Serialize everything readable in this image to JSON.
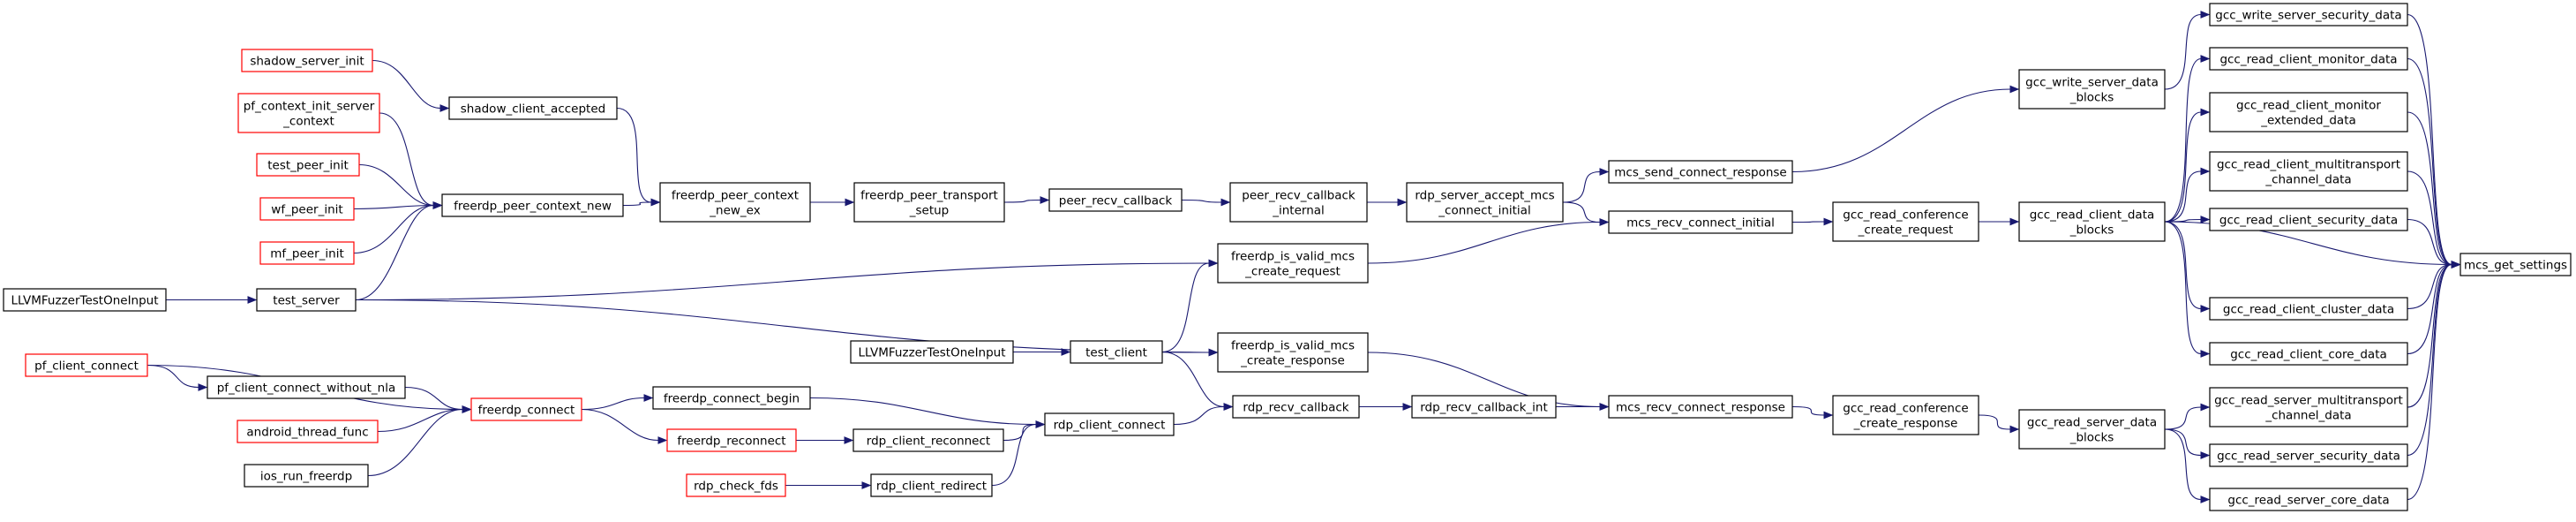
{
  "graph": {
    "title": "",
    "colors": {
      "edge": "#191970",
      "node_border": "#000000",
      "truncated_node_border": "#ff0000",
      "focus_node_fill": "#bfbfbf"
    },
    "nodes": [
      {
        "id": "mcs_get_settings",
        "lines": [
          "mcs_get_settings"
        ],
        "border": "black",
        "focus": true
      },
      {
        "id": "gcc_write_server_security_data",
        "lines": [
          "gcc_write_server_security_data"
        ],
        "border": "black"
      },
      {
        "id": "gcc_read_client_monitor_data",
        "lines": [
          "gcc_read_client_monitor_data"
        ],
        "border": "black"
      },
      {
        "id": "gcc_read_client_monitor_extended_data",
        "lines": [
          "gcc_read_client_monitor",
          "_extended_data"
        ],
        "border": "black"
      },
      {
        "id": "gcc_read_client_multitransport_channel_data",
        "lines": [
          "gcc_read_client_multitransport",
          "_channel_data"
        ],
        "border": "black"
      },
      {
        "id": "gcc_read_client_security_data",
        "lines": [
          "gcc_read_client_security_data"
        ],
        "border": "black"
      },
      {
        "id": "gcc_read_client_cluster_data",
        "lines": [
          "gcc_read_client_cluster_data"
        ],
        "border": "black"
      },
      {
        "id": "gcc_read_client_core_data",
        "lines": [
          "gcc_read_client_core_data"
        ],
        "border": "black"
      },
      {
        "id": "gcc_read_server_multitransport_channel_data",
        "lines": [
          "gcc_read_server_multitransport",
          "_channel_data"
        ],
        "border": "black"
      },
      {
        "id": "gcc_read_server_security_data",
        "lines": [
          "gcc_read_server_security_data"
        ],
        "border": "black"
      },
      {
        "id": "gcc_read_server_core_data",
        "lines": [
          "gcc_read_server_core_data"
        ],
        "border": "black"
      },
      {
        "id": "gcc_write_server_data_blocks",
        "lines": [
          "gcc_write_server_data",
          "_blocks"
        ],
        "border": "black"
      },
      {
        "id": "gcc_read_client_data_blocks",
        "lines": [
          "gcc_read_client_data",
          "_blocks"
        ],
        "border": "black"
      },
      {
        "id": "gcc_read_server_data_blocks",
        "lines": [
          "gcc_read_server_data",
          "_blocks"
        ],
        "border": "black"
      },
      {
        "id": "mcs_send_connect_response",
        "lines": [
          "mcs_send_connect_response"
        ],
        "border": "black"
      },
      {
        "id": "gcc_read_conference_create_request",
        "lines": [
          "gcc_read_conference",
          "_create_request"
        ],
        "border": "black"
      },
      {
        "id": "gcc_read_conference_create_response",
        "lines": [
          "gcc_read_conference",
          "_create_response"
        ],
        "border": "black"
      },
      {
        "id": "mcs_recv_connect_initial",
        "lines": [
          "mcs_recv_connect_initial"
        ],
        "border": "black"
      },
      {
        "id": "mcs_recv_connect_response",
        "lines": [
          "mcs_recv_connect_response"
        ],
        "border": "black"
      },
      {
        "id": "rdp_server_accept_mcs_connect_initial",
        "lines": [
          "rdp_server_accept_mcs",
          "_connect_initial"
        ],
        "border": "black"
      },
      {
        "id": "rdp_recv_callback_int",
        "lines": [
          "rdp_recv_callback_int"
        ],
        "border": "black"
      },
      {
        "id": "peer_recv_callback_internal",
        "lines": [
          "peer_recv_callback",
          "_internal"
        ],
        "border": "black"
      },
      {
        "id": "freerdp_is_valid_mcs_create_request",
        "lines": [
          "freerdp_is_valid_mcs",
          "_create_request"
        ],
        "border": "black"
      },
      {
        "id": "freerdp_is_valid_mcs_create_response",
        "lines": [
          "freerdp_is_valid_mcs",
          "_create_response"
        ],
        "border": "black"
      },
      {
        "id": "rdp_recv_callback",
        "lines": [
          "rdp_recv_callback"
        ],
        "border": "black"
      },
      {
        "id": "peer_recv_callback",
        "lines": [
          "peer_recv_callback"
        ],
        "border": "black"
      },
      {
        "id": "test_client",
        "lines": [
          "test_client"
        ],
        "border": "black"
      },
      {
        "id": "rdp_client_connect",
        "lines": [
          "rdp_client_connect"
        ],
        "border": "black"
      },
      {
        "id": "freerdp_peer_transport_setup",
        "lines": [
          "freerdp_peer_transport",
          "_setup"
        ],
        "border": "black"
      },
      {
        "id": "rdp_client_reconnect",
        "lines": [
          "rdp_client_reconnect"
        ],
        "border": "black"
      },
      {
        "id": "rdp_client_redirect",
        "lines": [
          "rdp_client_redirect"
        ],
        "border": "black"
      },
      {
        "id": "LLVMFuzzerTestOneInput_2",
        "lines": [
          "LLVMFuzzerTestOneInput"
        ],
        "border": "black"
      },
      {
        "id": "freerdp_peer_context_new_ex",
        "lines": [
          "freerdp_peer_context",
          "_new_ex"
        ],
        "border": "black"
      },
      {
        "id": "freerdp_connect_begin",
        "lines": [
          "freerdp_connect_begin"
        ],
        "border": "black"
      },
      {
        "id": "freerdp_reconnect",
        "lines": [
          "freerdp_reconnect"
        ],
        "border": "red"
      },
      {
        "id": "rdp_check_fds",
        "lines": [
          "rdp_check_fds"
        ],
        "border": "red"
      },
      {
        "id": "shadow_client_accepted",
        "lines": [
          "shadow_client_accepted"
        ],
        "border": "black"
      },
      {
        "id": "freerdp_peer_context_new",
        "lines": [
          "freerdp_peer_context_new"
        ],
        "border": "black"
      },
      {
        "id": "freerdp_connect",
        "lines": [
          "freerdp_connect"
        ],
        "border": "red"
      },
      {
        "id": "shadow_server_init",
        "lines": [
          "shadow_server_init"
        ],
        "border": "red"
      },
      {
        "id": "pf_context_init_server_context",
        "lines": [
          "pf_context_init_server",
          "_context"
        ],
        "border": "red"
      },
      {
        "id": "test_peer_init",
        "lines": [
          "test_peer_init"
        ],
        "border": "red"
      },
      {
        "id": "wf_peer_init",
        "lines": [
          "wf_peer_init"
        ],
        "border": "red"
      },
      {
        "id": "mf_peer_init",
        "lines": [
          "mf_peer_init"
        ],
        "border": "red"
      },
      {
        "id": "test_server",
        "lines": [
          "test_server"
        ],
        "border": "black"
      },
      {
        "id": "pf_client_connect_without_nla",
        "lines": [
          "pf_client_connect_without_nla"
        ],
        "border": "black"
      },
      {
        "id": "android_thread_func",
        "lines": [
          "android_thread_func"
        ],
        "border": "red"
      },
      {
        "id": "ios_run_freerdp",
        "lines": [
          "ios_run_freerdp"
        ],
        "border": "black"
      },
      {
        "id": "LLVMFuzzerTestOneInput_1",
        "lines": [
          "LLVMFuzzerTestOneInput"
        ],
        "border": "black"
      },
      {
        "id": "pf_client_connect",
        "lines": [
          "pf_client_connect"
        ],
        "border": "red"
      }
    ],
    "edges": [
      [
        "gcc_write_server_security_data",
        "mcs_get_settings"
      ],
      [
        "gcc_read_client_monitor_data",
        "mcs_get_settings"
      ],
      [
        "gcc_read_client_monitor_extended_data",
        "mcs_get_settings"
      ],
      [
        "gcc_read_client_multitransport_channel_data",
        "mcs_get_settings"
      ],
      [
        "gcc_read_client_security_data",
        "mcs_get_settings"
      ],
      [
        "gcc_read_client_cluster_data",
        "mcs_get_settings"
      ],
      [
        "gcc_read_client_core_data",
        "mcs_get_settings"
      ],
      [
        "gcc_read_server_multitransport_channel_data",
        "mcs_get_settings"
      ],
      [
        "gcc_read_server_security_data",
        "mcs_get_settings"
      ],
      [
        "gcc_read_server_core_data",
        "mcs_get_settings"
      ],
      [
        "gcc_read_client_data_blocks",
        "mcs_get_settings"
      ],
      [
        "gcc_write_server_data_blocks",
        "gcc_write_server_security_data"
      ],
      [
        "gcc_read_client_data_blocks",
        "gcc_read_client_monitor_data"
      ],
      [
        "gcc_read_client_data_blocks",
        "gcc_read_client_monitor_extended_data"
      ],
      [
        "gcc_read_client_data_blocks",
        "gcc_read_client_multitransport_channel_data"
      ],
      [
        "gcc_read_client_data_blocks",
        "gcc_read_client_security_data"
      ],
      [
        "gcc_read_client_data_blocks",
        "gcc_read_client_cluster_data"
      ],
      [
        "gcc_read_client_data_blocks",
        "gcc_read_client_core_data"
      ],
      [
        "gcc_read_server_data_blocks",
        "gcc_read_server_multitransport_channel_data"
      ],
      [
        "gcc_read_server_data_blocks",
        "gcc_read_server_security_data"
      ],
      [
        "gcc_read_server_data_blocks",
        "gcc_read_server_core_data"
      ],
      [
        "mcs_send_connect_response",
        "gcc_write_server_data_blocks"
      ],
      [
        "gcc_read_conference_create_request",
        "gcc_read_client_data_blocks"
      ],
      [
        "gcc_read_conference_create_response",
        "gcc_read_server_data_blocks"
      ],
      [
        "rdp_server_accept_mcs_connect_initial",
        "mcs_send_connect_response"
      ],
      [
        "mcs_recv_connect_initial",
        "gcc_read_conference_create_request"
      ],
      [
        "mcs_recv_connect_response",
        "gcc_read_conference_create_response"
      ],
      [
        "rdp_server_accept_mcs_connect_initial",
        "mcs_recv_connect_initial"
      ],
      [
        "freerdp_is_valid_mcs_create_request",
        "mcs_recv_connect_initial"
      ],
      [
        "rdp_recv_callback_int",
        "mcs_recv_connect_response"
      ],
      [
        "freerdp_is_valid_mcs_create_response",
        "mcs_recv_connect_response"
      ],
      [
        "peer_recv_callback_internal",
        "rdp_server_accept_mcs_connect_initial"
      ],
      [
        "rdp_recv_callback",
        "rdp_recv_callback_int"
      ],
      [
        "peer_recv_callback",
        "peer_recv_callback_internal"
      ],
      [
        "test_server",
        "freerdp_is_valid_mcs_create_request"
      ],
      [
        "test_client",
        "freerdp_is_valid_mcs_create_request"
      ],
      [
        "test_server",
        "freerdp_is_valid_mcs_create_response"
      ],
      [
        "test_client",
        "freerdp_is_valid_mcs_create_response"
      ],
      [
        "test_client",
        "rdp_recv_callback"
      ],
      [
        "rdp_client_connect",
        "rdp_recv_callback"
      ],
      [
        "freerdp_peer_transport_setup",
        "peer_recv_callback"
      ],
      [
        "LLVMFuzzerTestOneInput_2",
        "test_client"
      ],
      [
        "freerdp_connect_begin",
        "rdp_client_connect"
      ],
      [
        "rdp_client_reconnect",
        "rdp_client_connect"
      ],
      [
        "rdp_client_redirect",
        "rdp_client_connect"
      ],
      [
        "freerdp_peer_context_new_ex",
        "freerdp_peer_transport_setup"
      ],
      [
        "freerdp_reconnect",
        "rdp_client_reconnect"
      ],
      [
        "rdp_check_fds",
        "rdp_client_redirect"
      ],
      [
        "shadow_client_accepted",
        "freerdp_peer_context_new_ex"
      ],
      [
        "freerdp_peer_context_new",
        "freerdp_peer_context_new_ex"
      ],
      [
        "freerdp_connect",
        "freerdp_connect_begin"
      ],
      [
        "freerdp_connect",
        "freerdp_reconnect"
      ],
      [
        "shadow_server_init",
        "shadow_client_accepted"
      ],
      [
        "pf_context_init_server_context",
        "freerdp_peer_context_new"
      ],
      [
        "test_peer_init",
        "freerdp_peer_context_new"
      ],
      [
        "wf_peer_init",
        "freerdp_peer_context_new"
      ],
      [
        "mf_peer_init",
        "freerdp_peer_context_new"
      ],
      [
        "test_server",
        "freerdp_peer_context_new"
      ],
      [
        "LLVMFuzzerTestOneInput_1",
        "test_server"
      ],
      [
        "pf_client_connect",
        "pf_client_connect_without_nla"
      ],
      [
        "pf_client_connect",
        "freerdp_connect"
      ],
      [
        "pf_client_connect_without_nla",
        "freerdp_connect"
      ],
      [
        "android_thread_func",
        "freerdp_connect"
      ],
      [
        "ios_run_freerdp",
        "freerdp_connect"
      ]
    ]
  }
}
